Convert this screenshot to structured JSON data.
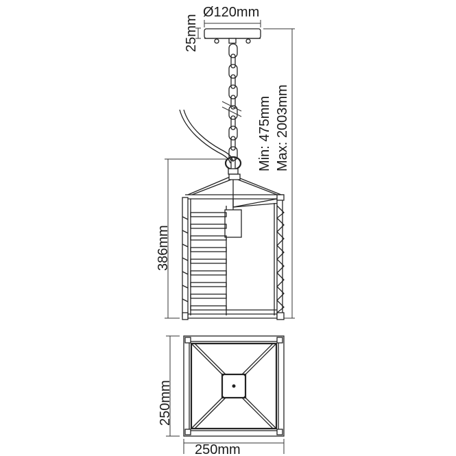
{
  "dimensions": {
    "canopy_diameter": "Ø120mm",
    "canopy_height": "25mm",
    "drop_min": "Min: 475mm",
    "drop_max": "Max: 2003mm",
    "lantern_height": "386mm",
    "base_depth": "250mm",
    "base_width": "250mm"
  },
  "views": {
    "elevation": "side-elevation",
    "plan": "top-plan"
  }
}
